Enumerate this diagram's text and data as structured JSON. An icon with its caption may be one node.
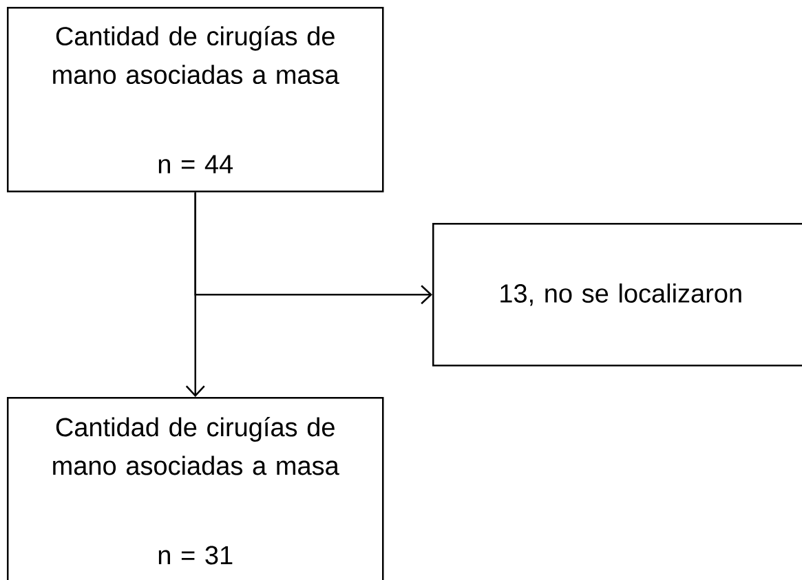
{
  "diagram": {
    "nodes": [
      {
        "text": [
          "Cantidad de cirugías de mano asociadas a masa",
          "n = 44"
        ]
      },
      {
        "text": [
          "13, no se localizaron"
        ]
      },
      {
        "text": [
          "Cantidad de cirugías de mano asociadas a masa",
          "n = 31"
        ]
      }
    ],
    "edges": [
      {
        "from": 0,
        "to": 1,
        "arrow": "to"
      },
      {
        "from": 0,
        "to": 2,
        "arrow": "to"
      }
    ]
  }
}
